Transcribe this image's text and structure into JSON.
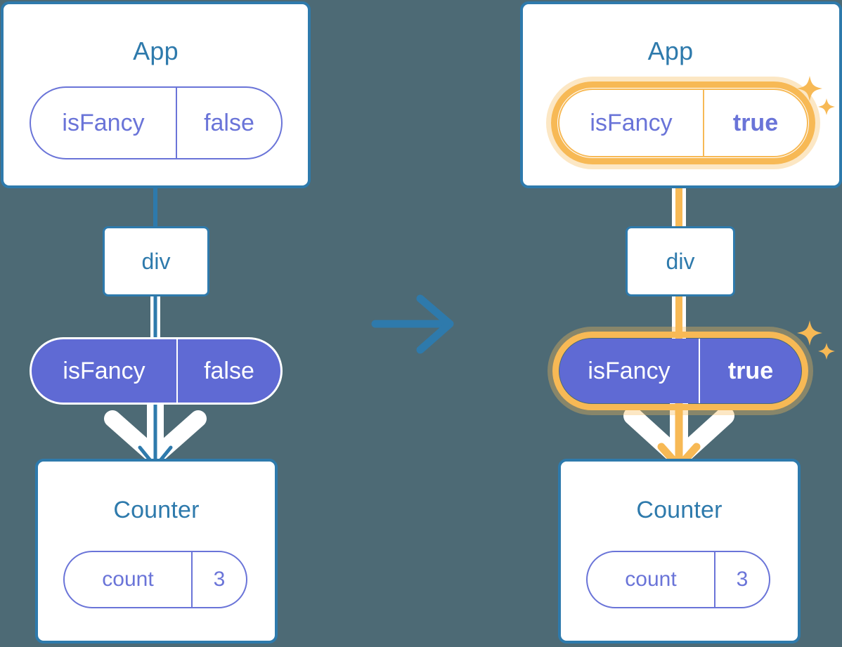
{
  "diagram": {
    "title": "React state lifted to parent App passed down as isFancy prop",
    "background_color": "#4d6a75",
    "transition_arrow": {
      "name": "right-arrow",
      "color": "#2e7aac"
    }
  },
  "colors": {
    "box_border": "#2e7aac",
    "box_title": "#2e7aac",
    "pill_outline": "#6a74d8",
    "pill_filled": "#5f6ad4",
    "highlight": "#f7b955",
    "highlight_soft": "#fbdca6",
    "white": "#ffffff"
  },
  "before": {
    "app": {
      "title": "App",
      "state": {
        "key": "isFancy",
        "value": "false",
        "highlighted": false
      }
    },
    "element": {
      "label": "div"
    },
    "prop": {
      "key": "isFancy",
      "value": "false",
      "highlighted": false
    },
    "counter": {
      "title": "Counter",
      "state": {
        "key": "count",
        "value": "3",
        "highlighted": false
      }
    }
  },
  "after": {
    "app": {
      "title": "App",
      "state": {
        "key": "isFancy",
        "value": "true",
        "highlighted": true
      }
    },
    "element": {
      "label": "div"
    },
    "prop": {
      "key": "isFancy",
      "value": "true",
      "highlighted": true
    },
    "counter": {
      "title": "Counter",
      "state": {
        "key": "count",
        "value": "3",
        "highlighted": false
      }
    }
  }
}
